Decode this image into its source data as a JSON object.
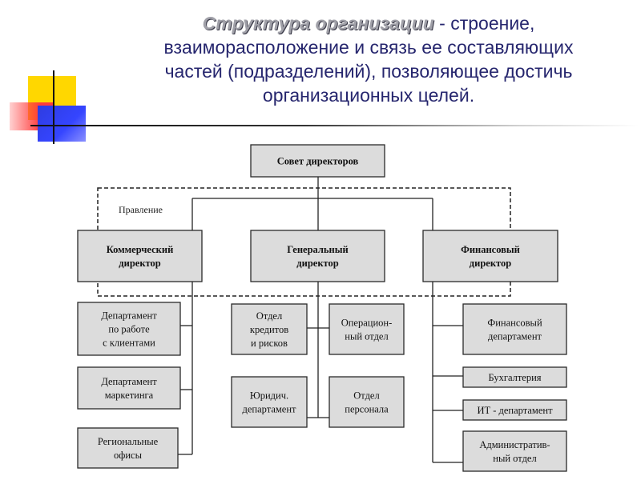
{
  "title": {
    "term": "Структура организации",
    "rest_line1": " - строение,",
    "line2": "взаиморасположение и связь ее составляющих",
    "line3": "частей (подразделений), позволяющее достичь",
    "line4": "организационных целей."
  },
  "diagram": {
    "board": [
      "Совет директоров"
    ],
    "management_label": "Правление",
    "commercial_director": [
      "Коммерческий",
      "директор"
    ],
    "general_director": [
      "Генеральный",
      "директор"
    ],
    "financial_director": [
      "Финансовый",
      "директор"
    ],
    "dept_clients": [
      "Департамент",
      "по работе",
      "с клиентами"
    ],
    "dept_marketing": [
      "Департамент",
      "маркетинга"
    ],
    "regional_offices": [
      "Региональные",
      "офисы"
    ],
    "dept_credits": [
      "Отдел",
      "кредитов",
      "и рисков"
    ],
    "dept_operations": [
      "Операцион-",
      "ный отдел"
    ],
    "dept_legal": [
      "Юридич.",
      "департамент"
    ],
    "dept_personnel": [
      "Отдел",
      "персонала"
    ],
    "dept_finance": [
      "Финансовый",
      "департамент"
    ],
    "dept_accounting": [
      "Бухгалтерия"
    ],
    "dept_it": [
      "ИТ - департамент"
    ],
    "dept_admin": [
      "Административ-",
      "ный отдел"
    ]
  }
}
